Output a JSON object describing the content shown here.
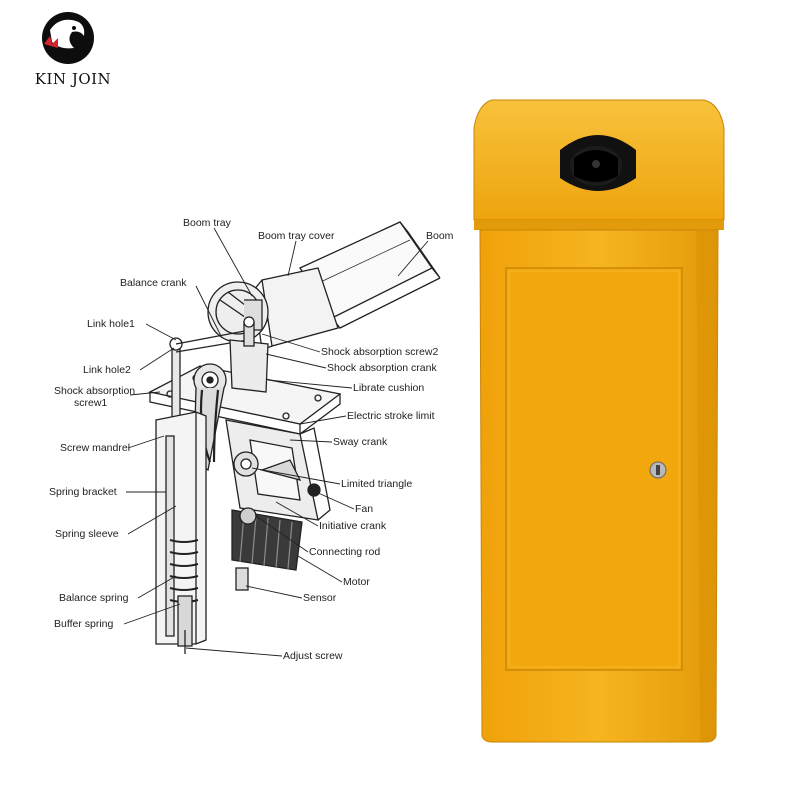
{
  "brand": {
    "name": "KIN JOIN"
  },
  "labels": {
    "boom_tray": "Boom tray",
    "boom_tray_cover": "Boom tray cover",
    "boom": "Boom",
    "balance_crank": "Balance crank",
    "link_hole1": "Link hole1",
    "link_hole2": "Link hole2",
    "shock_absorption_screw1_a": "Shock absorption",
    "shock_absorption_screw1_b": "screw1",
    "screw_mandrel": "Screw mandrel",
    "spring_bracket": "Spring bracket",
    "spring_sleeve": "Spring sleeve",
    "balance_spring": "Balance spring",
    "buffer_spring": "Buffer spring",
    "shock_absorption_screw2": "Shock absorption screw2",
    "shock_absorption_crank": "Shock absorption crank",
    "librate_cushion": "Librate cushion",
    "electric_stroke_limit": "Electric stroke limit",
    "sway_crank": "Sway crank",
    "limited_triangle": "Limited triangle",
    "fan": "Fan",
    "initiative_crank": "Initiative crank",
    "connecting_rod": "Connecting rod",
    "motor": "Motor",
    "sensor": "Sensor",
    "adjust_screw": "Adjust screw"
  },
  "colors": {
    "cabinet": "#f2a80f",
    "cabinet_dark": "#d48c05",
    "cabinet_light": "#f8c03a",
    "line": "#222222"
  }
}
